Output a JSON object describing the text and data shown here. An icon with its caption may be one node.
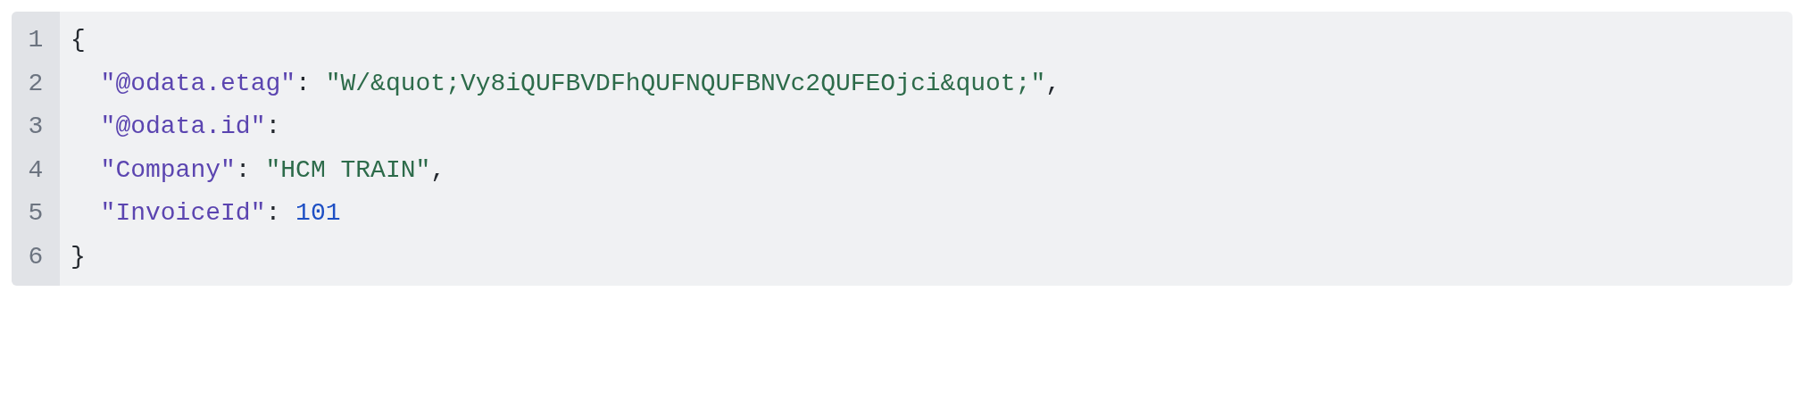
{
  "diagram": {
    "labels": [
      "1",
      "{",
      "2",
      "\"@odata.etag\"",
      ":",
      "\"W/&quot;Vy8iQUFBVDFhQUFNQUFBNVc2QUFEOjci&quot;\"",
      ",",
      "3",
      "\"@odata.id\"",
      ":",
      "4",
      "\"Company\"",
      ":",
      "\"HCM TRAIN\"",
      ",",
      "5",
      "\"InvoiceId\"",
      ":",
      "101",
      "6",
      "}"
    ]
  }
}
